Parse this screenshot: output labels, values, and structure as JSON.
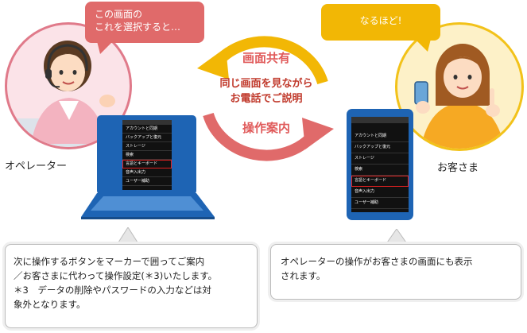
{
  "operator_bubble": {
    "line1": "この画面の",
    "line2": "これを選択すると…"
  },
  "customer_bubble": {
    "text": "なるほど!"
  },
  "operator_label": "オペレーター",
  "customer_label": "お客さま",
  "center": {
    "top_label": "画面共有",
    "middle_line1": "同じ画面を見ながら",
    "middle_line2": "お電話でご説明",
    "bottom_label": "操作案内"
  },
  "laptop_menu": [
    "アカウントと同期",
    "バックアップと復元",
    "ストレージ",
    "検索",
    "言語とキーボード",
    "音声入出力",
    "ユーザー補助"
  ],
  "phone_menu": [
    "アカウントと同期",
    "バックアップと復元",
    "ストレージ",
    "検索",
    "言語とキーボード",
    "音声入出力",
    "ユーザー補助"
  ],
  "left_box": {
    "line1": "次に操作するボタンをマーカーで囲ってご案内",
    "line2": "／お客さまに代わって操作設定(＊3)いたします。",
    "line3": "＊3　データの削除やパスワードの入力などは対",
    "line4": "象外となります。"
  },
  "right_box": {
    "line1": "オペレーターの操作がお客さまの画面にも表示",
    "line2": "されます。"
  },
  "colors": {
    "operator": "#e06a6a",
    "customer": "#f2b705",
    "arrow_top": "#f2b705",
    "arrow_bottom": "#e06a6a",
    "device": "#1e64b4"
  }
}
